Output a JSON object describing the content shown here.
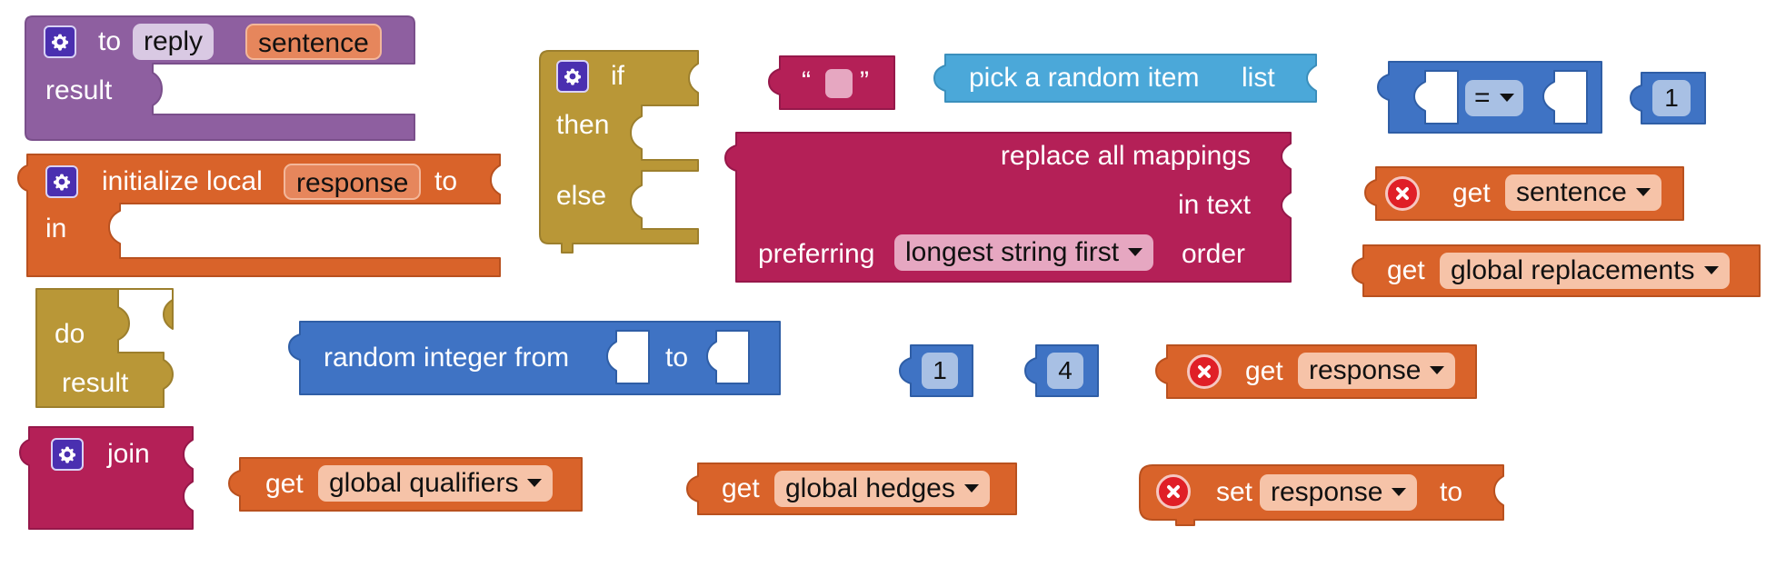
{
  "colors": {
    "procedure": "#8e5fa0",
    "variable": "#d9632a",
    "control": "#b99737",
    "text": "#b42057",
    "list": "#4ba8d9",
    "math": "#3f73c4",
    "gear_badge": "#4a2fb0",
    "error_icon": "#e01f27"
  },
  "icons": {
    "mutator": "gear-icon",
    "error": "close-icon",
    "dropdown": "chevron-down-icon"
  },
  "blocks": {
    "to_reply": {
      "keyword": "to",
      "name": "reply",
      "param": "sentence",
      "result_label": "result"
    },
    "init_local": {
      "label": "initialize local",
      "name": "response",
      "to_label": "to",
      "in_label": "in"
    },
    "do_result": {
      "do_label": "do",
      "result_label": "result"
    },
    "join": {
      "label": "join"
    },
    "get_global_qualifiers": {
      "get_label": "get",
      "variable": "global qualifiers"
    },
    "random_integer": {
      "label": "random integer from",
      "to_label": "to"
    },
    "if_then_else": {
      "if_label": "if",
      "then_label": "then",
      "else_label": "else"
    },
    "text_literal": {
      "open_quote": "“",
      "close_quote": "”"
    },
    "pick_random": {
      "label": "pick a random item",
      "list_label": "list"
    },
    "replace_mappings": {
      "line1": "replace all mappings",
      "line2": "in text",
      "prefix": "preferring",
      "option": "longest string first",
      "suffix": "order"
    },
    "get_global_hedges": {
      "get_label": "get",
      "variable": "global hedges"
    },
    "number_1a": {
      "value": "1"
    },
    "number_4": {
      "value": "4"
    },
    "compare": {
      "operator": "="
    },
    "number_1b": {
      "value": "1"
    },
    "get_sentence": {
      "get_label": "get",
      "variable": "sentence"
    },
    "get_global_replacements": {
      "get_label": "get",
      "variable": "global replacements"
    },
    "get_response": {
      "get_label": "get",
      "variable": "response"
    },
    "set_response": {
      "set_label": "set",
      "variable": "response",
      "to_label": "to"
    }
  }
}
